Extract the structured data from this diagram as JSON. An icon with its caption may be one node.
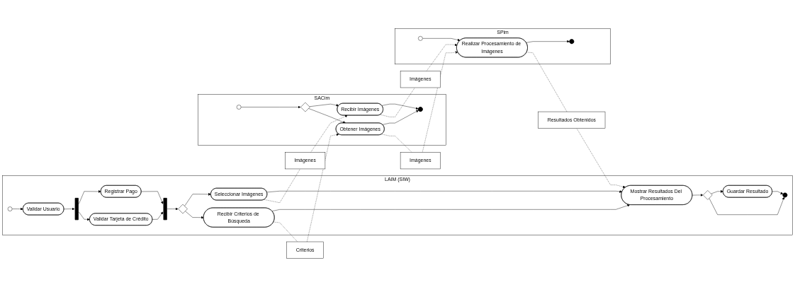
{
  "diagram": {
    "nodes": [
      {
        "text": [
          "LAIM (SIW)"
        ]
      },
      {
        "text": [
          "SACim"
        ]
      },
      {
        "text": [
          "SPim"
        ]
      },
      {
        "text": [],
        "shape": "circle",
        "in": 0
      },
      {
        "text": [
          "Validar Usuario"
        ],
        "in": 0
      },
      {
        "text": [],
        "shape": "bar",
        "in": 0
      },
      {
        "text": [
          "Registrar Pago"
        ],
        "in": 0
      },
      {
        "text": [
          "Validar Tarjeta de Crédito"
        ],
        "in": 0
      },
      {
        "text": [],
        "shape": "bar",
        "in": 0
      },
      {
        "text": [],
        "shape": "diamond",
        "in": 0
      },
      {
        "text": [
          "Seleccionar Imágenes"
        ],
        "in": 0
      },
      {
        "text": [
          "Recibir Criterios de Búsqueda"
        ],
        "in": 0
      },
      {
        "text": [
          "Mostrar Resultados Del Procesamiento"
        ],
        "in": 0
      },
      {
        "text": [],
        "shape": "diamond",
        "in": 0
      },
      {
        "text": [
          "Guardar Resultado"
        ],
        "in": 0
      },
      {
        "text": [],
        "shape": "bullseye",
        "in": 0
      },
      {
        "text": [],
        "shape": "circle",
        "in": 1
      },
      {
        "text": [],
        "shape": "diamond",
        "in": 1
      },
      {
        "text": [
          "Recibir Imágenes"
        ],
        "in": 1
      },
      {
        "text": [
          "Obtener Imágenes"
        ],
        "in": 1
      },
      {
        "text": [],
        "shape": "bullseye",
        "in": 1
      },
      {
        "text": [],
        "shape": "circle",
        "in": 2
      },
      {
        "text": [
          "Realizar Procesamiento de Imágenes"
        ],
        "in": 2
      },
      {
        "text": [],
        "shape": "bullseye",
        "in": 2
      },
      {
        "text": [
          "Imágenes"
        ]
      },
      {
        "text": [
          "Criterios"
        ]
      },
      {
        "text": [
          "Imágenes"
        ]
      },
      {
        "text": [
          "Imágenes"
        ]
      },
      {
        "text": [
          "Resultados Obtenidos"
        ]
      }
    ],
    "edges": [
      {
        "from": 3,
        "to": 4,
        "arrow": "to"
      },
      {
        "from": 4,
        "to": 5,
        "arrow": "to"
      },
      {
        "from": 5,
        "to": 6,
        "arrow": "to"
      },
      {
        "from": 5,
        "to": 7,
        "arrow": "to"
      },
      {
        "from": 6,
        "to": 8,
        "arrow": "to"
      },
      {
        "from": 7,
        "to": 8,
        "arrow": "to"
      },
      {
        "from": 8,
        "to": 9,
        "arrow": "to"
      },
      {
        "from": 9,
        "to": 10,
        "arrow": "to"
      },
      {
        "from": 9,
        "to": 11,
        "arrow": "to"
      },
      {
        "from": 10,
        "to": 12,
        "arrow": "to"
      },
      {
        "from": 11,
        "to": 12,
        "arrow": "to"
      },
      {
        "from": 12,
        "to": 13,
        "arrow": "to"
      },
      {
        "from": 13,
        "to": 14,
        "arrow": "to"
      },
      {
        "from": 14,
        "to": 15,
        "arrow": "to"
      },
      {
        "from": 13,
        "to": 15,
        "arrow": "to"
      },
      {
        "from": 16,
        "to": 17,
        "arrow": "to"
      },
      {
        "from": 17,
        "to": 18,
        "arrow": "to"
      },
      {
        "from": 17,
        "to": 19,
        "arrow": "to"
      },
      {
        "from": 18,
        "to": 20,
        "arrow": "to"
      },
      {
        "from": 19,
        "to": 20,
        "arrow": "to"
      },
      {
        "from": 21,
        "to": 22,
        "arrow": "to"
      },
      {
        "from": 22,
        "to": 23,
        "arrow": "to"
      },
      {
        "from": 10,
        "to": 24,
        "arrow": "none",
        "style": "dashed"
      },
      {
        "from": 24,
        "to": 18,
        "arrow": "to",
        "style": "dashed"
      },
      {
        "from": 11,
        "to": 25,
        "arrow": "none",
        "style": "dashed"
      },
      {
        "from": 25,
        "to": 19,
        "arrow": "to",
        "style": "dashed"
      },
      {
        "from": 18,
        "to": 26,
        "arrow": "none",
        "style": "dashed"
      },
      {
        "from": 26,
        "to": 22,
        "arrow": "to",
        "style": "dashed"
      },
      {
        "from": 19,
        "to": 27,
        "arrow": "none",
        "style": "dashed"
      },
      {
        "from": 27,
        "to": 22,
        "arrow": "to",
        "style": "dashed"
      },
      {
        "from": 22,
        "to": 28,
        "arrow": "none",
        "style": "dashed"
      },
      {
        "from": 28,
        "to": 12,
        "arrow": "to",
        "style": "dashed"
      }
    ]
  }
}
